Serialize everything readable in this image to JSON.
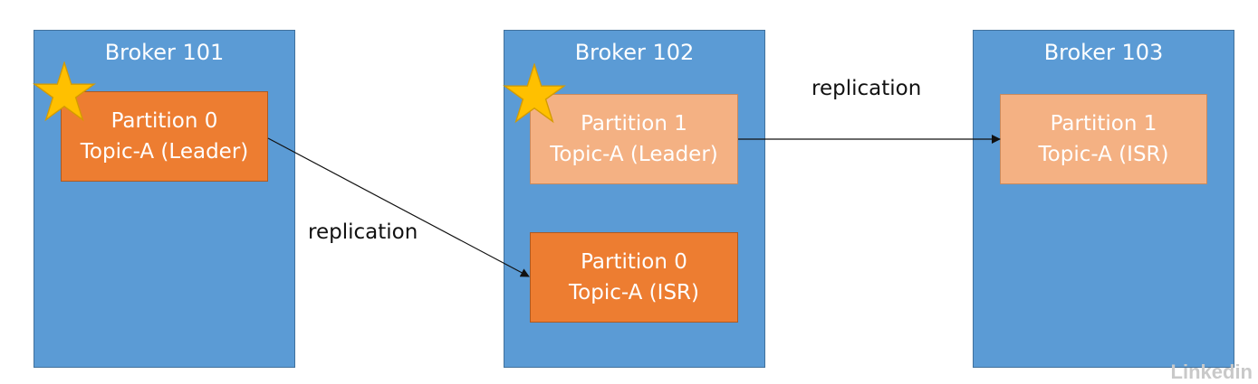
{
  "brokers": [
    {
      "title": "Broker 101"
    },
    {
      "title": "Broker 102"
    },
    {
      "title": "Broker 103"
    }
  ],
  "partitions": {
    "b101_p0": {
      "line1": "Partition 0",
      "line2": "Topic-A (Leader)"
    },
    "b102_p1": {
      "line1": "Partition 1",
      "line2": "Topic-A (Leader)"
    },
    "b102_p0": {
      "line1": "Partition 0",
      "line2": "Topic-A (ISR)"
    },
    "b103_p1": {
      "line1": "Partition 1",
      "line2": "Topic-A (ISR)"
    }
  },
  "labels": {
    "replication_top": "replication",
    "replication_bottom": "replication"
  },
  "colors": {
    "broker": "#5b9bd5",
    "leader_partition": "#ed7d31",
    "follower_partition_light": "#f4b183",
    "star": "#ffc000"
  },
  "watermark": "Linkedin"
}
